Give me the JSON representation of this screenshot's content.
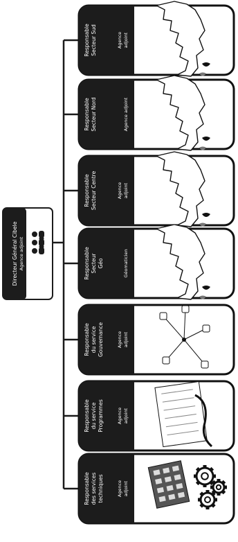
{
  "director": {
    "title": "Directeur Général Cibele",
    "subtitle": "Agence adjoint"
  },
  "colors": {
    "dark": "#1c1c1c",
    "frame": "#111111",
    "panel": "#ffffff",
    "shade": "#dcdcdc"
  },
  "units": [
    {
      "id": "secteur-sud",
      "title_lines": [
        "Responsable",
        "Secteur Sud"
      ],
      "sub_lines": [
        "Agence",
        "adjoint"
      ],
      "icon": "map-icon"
    },
    {
      "id": "secteur-nord",
      "title_lines": [
        "Responsable",
        "Secteur Nord"
      ],
      "sub_lines": [
        "Agence adjoint"
      ],
      "icon": "map-icon"
    },
    {
      "id": "secteur-centre",
      "title_lines": [
        "Responsable",
        "Secteur Centre"
      ],
      "sub_lines": [
        "Agence",
        "adjoint"
      ],
      "icon": "map-icon"
    },
    {
      "id": "secteur-geo",
      "title_lines": [
        "Responsable",
        "Secteur",
        "Géo"
      ],
      "sub_lines": [
        "Géomaticien"
      ],
      "icon": "map-icon"
    },
    {
      "id": "service-gouvernance",
      "title_lines": [
        "Responsable",
        "du service",
        "Gouvernance"
      ],
      "sub_lines": [
        "Agence",
        "adjoint"
      ],
      "icon": "network-icon"
    },
    {
      "id": "service-programmes",
      "title_lines": [
        "Responsable",
        "du service",
        "Programmes"
      ],
      "sub_lines": [
        "Agence",
        "adjoint"
      ],
      "icon": "report-icon"
    },
    {
      "id": "service-technique",
      "title_lines": [
        "Responsable",
        "des services",
        "techniques"
      ],
      "sub_lines": [
        "Agence",
        "adjoint"
      ],
      "icon": "gears-icon"
    }
  ]
}
